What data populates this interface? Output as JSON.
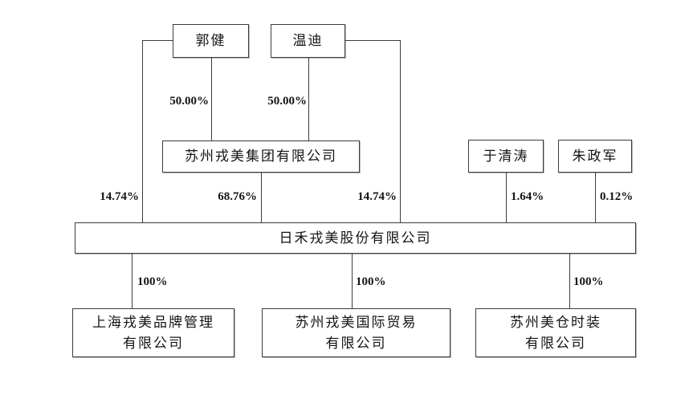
{
  "colors": {
    "background": "#ffffff",
    "line": "#3c3c3c",
    "box_border": "#3c3c3c",
    "text": "#141414"
  },
  "nodes": {
    "guo_jian": "郭健",
    "wen_di": "温迪",
    "group_company": "苏州戎美集团有限公司",
    "yu_qingtao": "于清涛",
    "zhu_zhengjun": "朱政军",
    "main_company": "日禾戎美股份有限公司",
    "subsidiary_shanghai": {
      "line1": "上海戎美品牌管理",
      "line2": "有限公司"
    },
    "subsidiary_trade": {
      "line1": "苏州戎美国际贸易",
      "line2": "有限公司"
    },
    "subsidiary_fashion": {
      "line1": "苏州美仓时装",
      "line2": "有限公司"
    }
  },
  "ownership_labels": {
    "guo_jian_to_group": "50.00%",
    "wen_di_to_group": "50.00%",
    "guo_jian_to_main": "14.74%",
    "group_to_main": "68.76%",
    "wen_di_to_main": "14.74%",
    "yu_qingtao_to_main": "1.64%",
    "zhu_zhengjun_to_main": "0.12%",
    "main_to_shanghai": "100%",
    "main_to_trade": "100%",
    "main_to_fashion": "100%"
  }
}
